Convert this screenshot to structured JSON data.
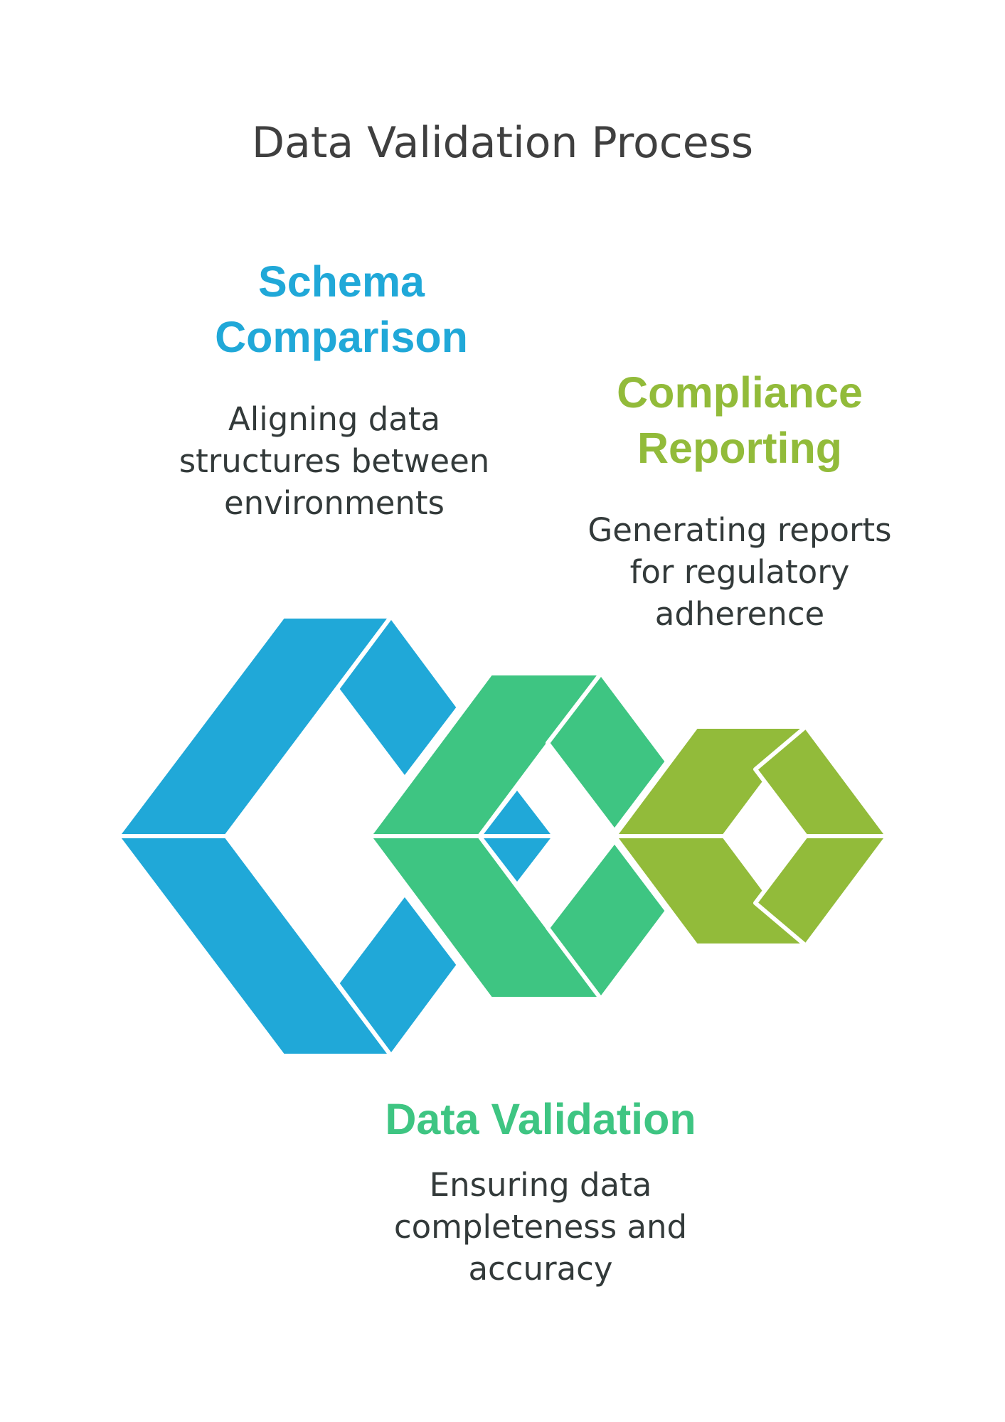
{
  "title": "Data Validation Process",
  "colors": {
    "schema": "#20a8d8",
    "validation": "#3ec582",
    "compliance": "#92bb3a",
    "title": "#3f3f3f",
    "text": "#333a3a"
  },
  "stages": [
    {
      "id": "schema-comparison",
      "title_lines": [
        "Schema",
        "Comparison"
      ],
      "desc_lines": [
        "Aligning data",
        "structures between",
        "environments"
      ]
    },
    {
      "id": "compliance-reporting",
      "title_lines": [
        "Compliance",
        "Reporting"
      ],
      "desc_lines": [
        "Generating reports",
        "for regulatory",
        "adherence"
      ]
    },
    {
      "id": "data-validation",
      "title_lines": [
        "Data Validation"
      ],
      "desc_lines": [
        "Ensuring data",
        "completeness and",
        "accuracy"
      ]
    }
  ]
}
